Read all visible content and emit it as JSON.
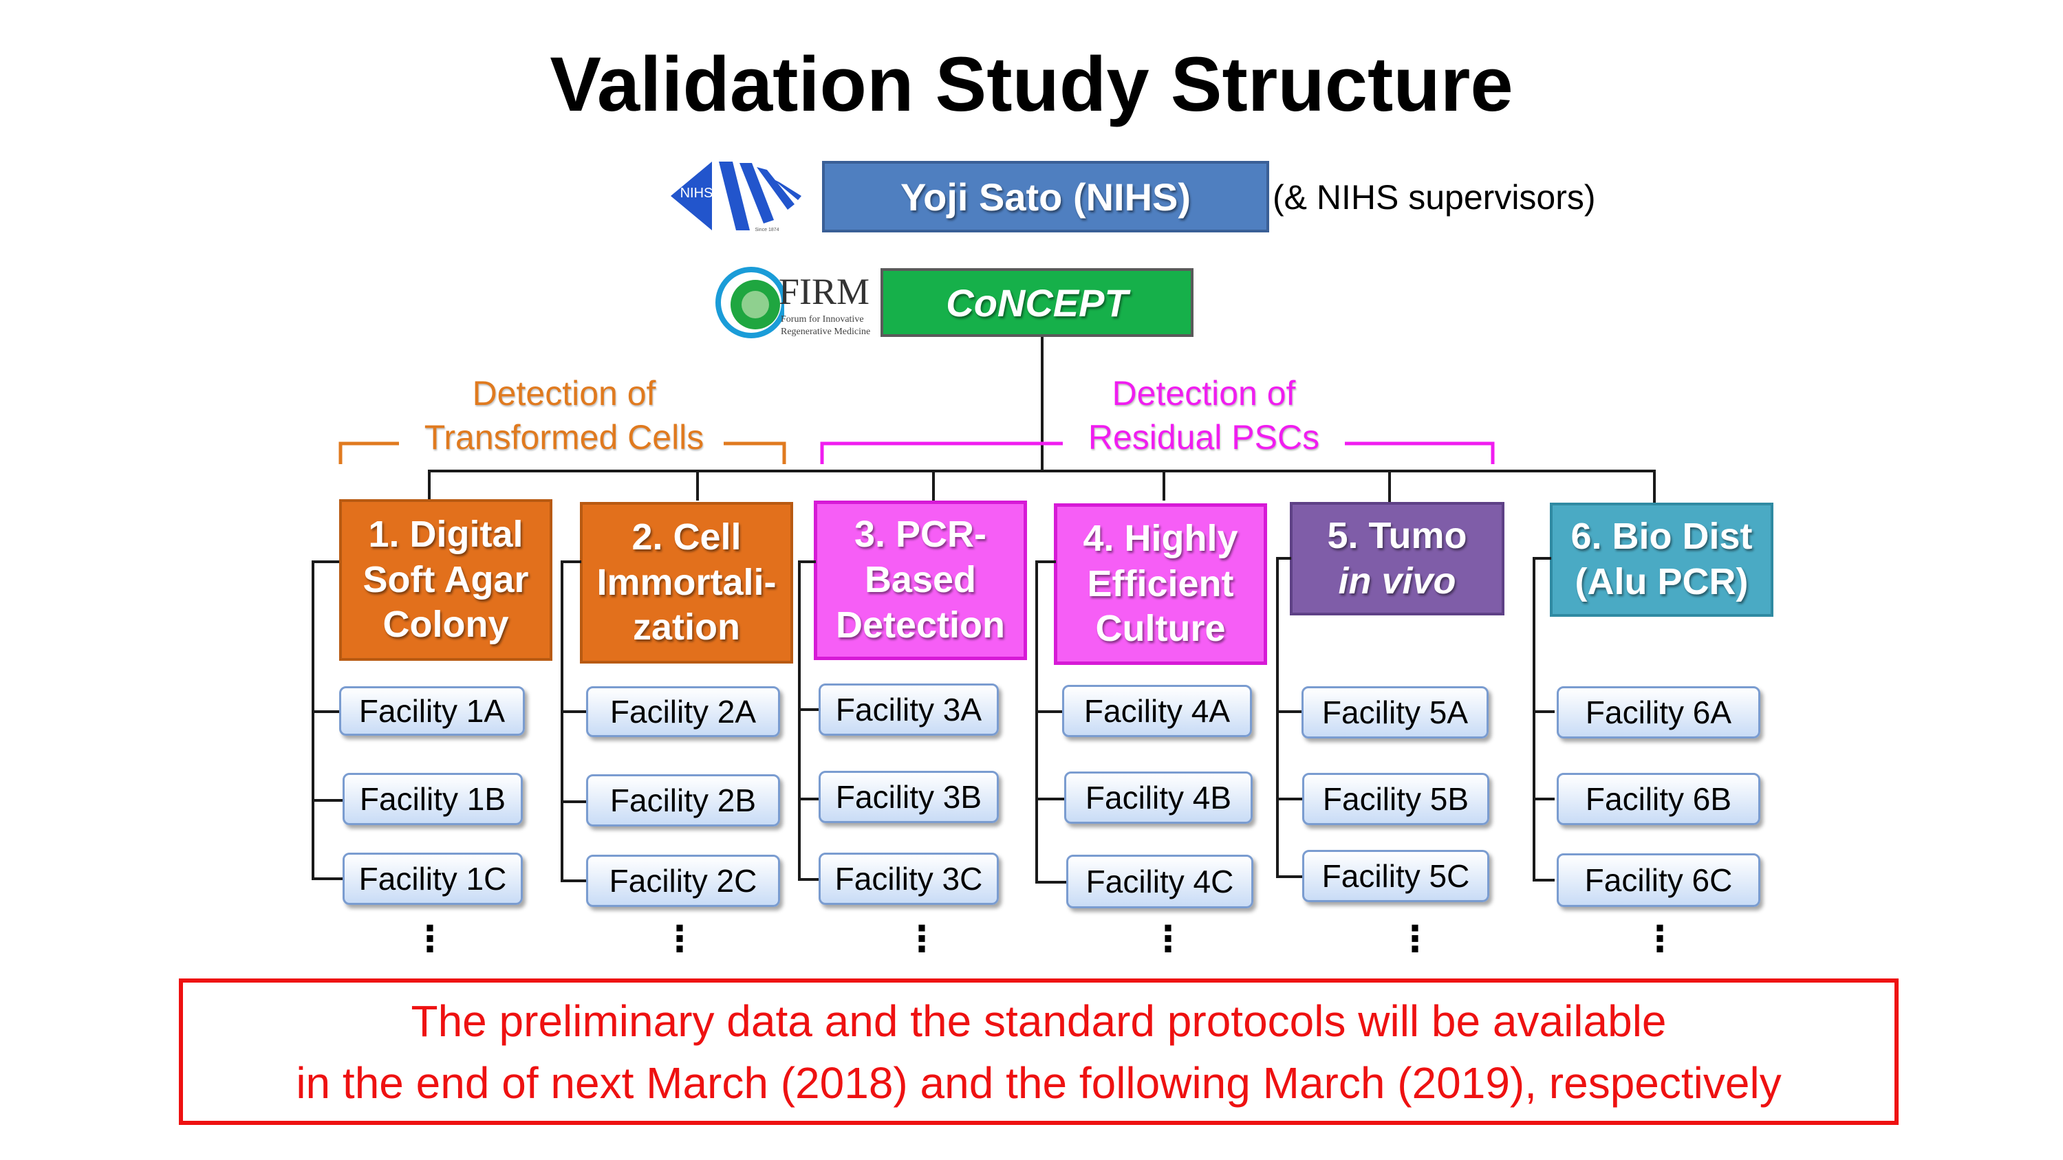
{
  "title": "Validation Study Structure",
  "leader": {
    "name": "Yoji Sato (NIHS)",
    "note": "(& NIHS supervisors)",
    "logo_text": "NIHS",
    "logo_subtext": "Since 1874"
  },
  "consortium": {
    "name": "CoNCEPT",
    "logo_text": "FIRM",
    "logo_subtext_1": "Forum for Innovative",
    "logo_subtext_2": "Regenerative Medicine"
  },
  "groups": {
    "transformed": {
      "line1": "Detection of",
      "line2": "Transformed Cells"
    },
    "residual": {
      "line1": "Detection of",
      "line2": "Residual PSCs"
    }
  },
  "assays": [
    {
      "line1": "1. Digital",
      "line2": "Soft Agar",
      "line3": "Colony",
      "color": "#e2701c"
    },
    {
      "line1": "2. Cell",
      "line2": "Immortali-",
      "line3": "zation",
      "color": "#e2701c"
    },
    {
      "line1": "3. PCR-",
      "line2": "Based",
      "line3": "Detection",
      "color": "#f65ef6"
    },
    {
      "line1": "4. Highly",
      "line2": "Efficient",
      "line3": "Culture",
      "color": "#f65ef6"
    },
    {
      "line1": "5. Tumo",
      "line2": "in vivo",
      "line3": "",
      "color": "#7f5da8"
    },
    {
      "line1": "6. Bio Dist",
      "line2": "(Alu PCR)",
      "line3": "",
      "color": "#4aaac4"
    }
  ],
  "facilities": [
    [
      "Facility 1A",
      "Facility 1B",
      "Facility 1C"
    ],
    [
      "Facility 2A",
      "Facility 2B",
      "Facility 2C"
    ],
    [
      "Facility 3A",
      "Facility 3B",
      "Facility 3C"
    ],
    [
      "Facility 4A",
      "Facility 4B",
      "Facility 4C"
    ],
    [
      "Facility 5A",
      "Facility 5B",
      "Facility 5C"
    ],
    [
      "Facility 6A",
      "Facility 6B",
      "Facility 6C"
    ]
  ],
  "ellipsis": "⋮",
  "footer": {
    "line1": "The preliminary data and the standard protocols will be available",
    "line2": "in the end of next March (2018) and the following March (2019), respectively"
  },
  "colors": {
    "leader_box": "#4f7fc0",
    "consortium_box": "#16b04a",
    "orange_bracket": "#e07a1f",
    "magenta_bracket": "#f01df0",
    "footer_border": "#ee1111"
  }
}
